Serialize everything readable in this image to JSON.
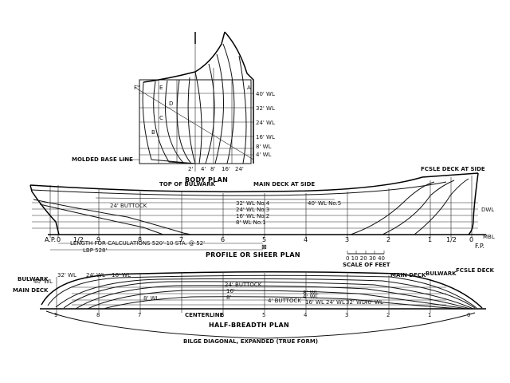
{
  "titles": {
    "body_plan": "BODY PLAN",
    "profile_plan": "PROFILE OR SHEER PLAN",
    "half_breadth_plan": "HALF-BREADTH PLAN"
  },
  "body_plan": {
    "waterlines": [
      "40' WL",
      "32' WL",
      "24' WL",
      "16' WL",
      "8' WL",
      "4' WL"
    ],
    "molded_base_line": "MOLDED BASE LINE",
    "bottom_numbers": [
      "2'",
      "4'",
      "8'",
      "16'",
      "24'"
    ],
    "section_labels": [
      "F\"",
      "E",
      "D",
      "C",
      "B",
      "A"
    ]
  },
  "profile_plan": {
    "top_of_bulwark": "TOP OF BULWARK",
    "main_deck_at_side": "MAIN DECK AT SIDE",
    "fcsle_deck_at_side": "FCSLE DECK AT SIDE",
    "buttock": "24' BUTTOCK",
    "waterlines": [
      "32' WL No.4",
      "24' WL No.3",
      "16' WL No.2",
      "8' WL No.1"
    ],
    "wl_no5": "40' WL No.5",
    "dwl": "DWL",
    "mbl": "MBL",
    "stations": [
      "A.P.",
      "0",
      "1/2",
      "9",
      "8",
      "7",
      "6",
      "5",
      "4",
      "3",
      "2",
      "1",
      "1/2",
      "0",
      "F.P."
    ],
    "length_calc": "LENGTH FOR CALCULATIONS 520'-10 STA. @ 52'",
    "lbp": "LBP 528'",
    "midship_mark": "⊠",
    "scale_numbers": "0  10  20  30  40",
    "scale_text": "SCALE OF FEET"
  },
  "half_breadth_plan": {
    "bulwark_left": "BULWARK",
    "main_deck_left": "MAIN DECK",
    "waterlines_left": [
      "40' WL",
      "32' WL",
      "24' WL",
      "16' WL",
      "8' WL"
    ],
    "buttocks": [
      "24' BUTTOCK",
      "16'",
      "8'"
    ],
    "buttock_4": "4' BUTTOCK",
    "waterlines_right": [
      "8' WL",
      "4' WL",
      "16' WL",
      "24' WL",
      "32' WL",
      "40' WL"
    ],
    "main_deck_right": "MAIN DECK",
    "bulwark_right": "BULWARK",
    "fcsle_deck": "FCSLE DECK",
    "centerline": "CENTERLINE",
    "bilge_diagonal": "BILGE DIAGONAL, EXPANDED (TRUE FORM)",
    "station_numbers": [
      "0",
      "1",
      "2",
      "3",
      "4",
      "5",
      "6",
      "7",
      "8",
      "9"
    ]
  }
}
